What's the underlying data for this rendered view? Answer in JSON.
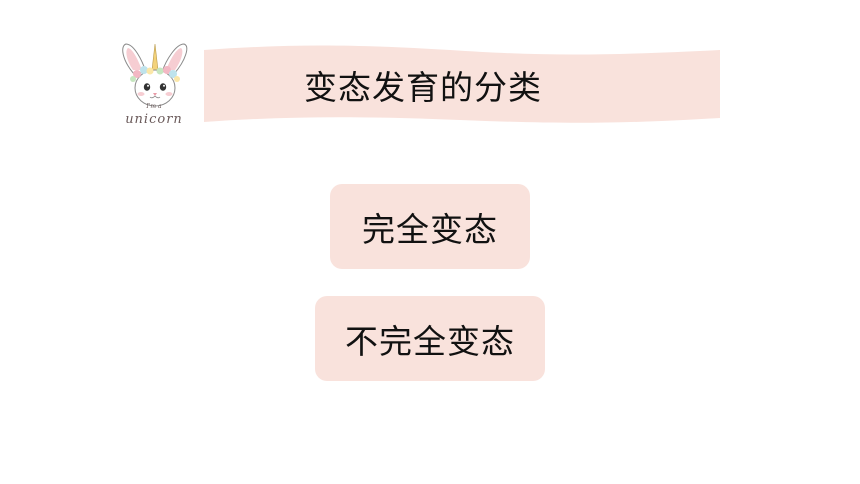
{
  "slide": {
    "title": "变态发育的分类",
    "logo": {
      "small_text": "I'm a",
      "text": "unicorn"
    },
    "options": [
      {
        "label": "完全变态"
      },
      {
        "label": "不完全变态"
      }
    ]
  },
  "colors": {
    "banner": "#f9e2dc",
    "option_bg": "#f9e2dc",
    "text": "#111111",
    "background": "#ffffff"
  },
  "icons": {
    "logo": "unicorn-bunny-icon"
  }
}
